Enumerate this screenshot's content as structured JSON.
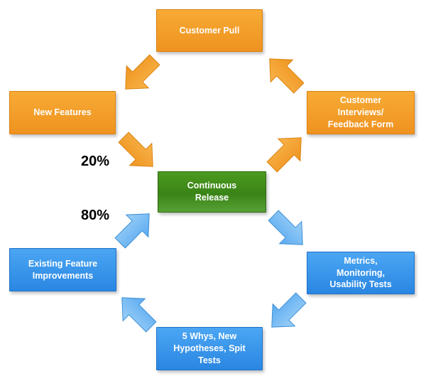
{
  "boxes": {
    "customer_pull": "Customer Pull",
    "new_features": "New Features",
    "customer_interviews": "Customer\nInterviews/\nFeedback Form",
    "continuous_release": "Continuous\nRelease",
    "existing_feature": "Existing Feature\nImprovements",
    "metrics": "Metrics,\nMonitoring,\nUsability Tests",
    "five_whys": "5 Whys, New\nHypotheses, Spit\nTests"
  },
  "percentages": {
    "new_features": "20%",
    "existing_features": "80%"
  },
  "colors": {
    "orange": "#f29a26",
    "blue": "#3196e8",
    "green": "#418c1b",
    "orange_arrow": "#f5a229",
    "blue_arrow": "#67b5f2"
  },
  "arrows": [
    {
      "name": "arrow-pull-to-new-features",
      "color": "orange"
    },
    {
      "name": "arrow-new-features-to-release",
      "color": "orange"
    },
    {
      "name": "arrow-release-to-interviews",
      "color": "orange"
    },
    {
      "name": "arrow-interviews-to-pull",
      "color": "orange"
    },
    {
      "name": "arrow-release-to-metrics",
      "color": "blue"
    },
    {
      "name": "arrow-metrics-to-whys",
      "color": "blue"
    },
    {
      "name": "arrow-whys-to-existing",
      "color": "blue"
    },
    {
      "name": "arrow-existing-to-release",
      "color": "blue"
    }
  ]
}
